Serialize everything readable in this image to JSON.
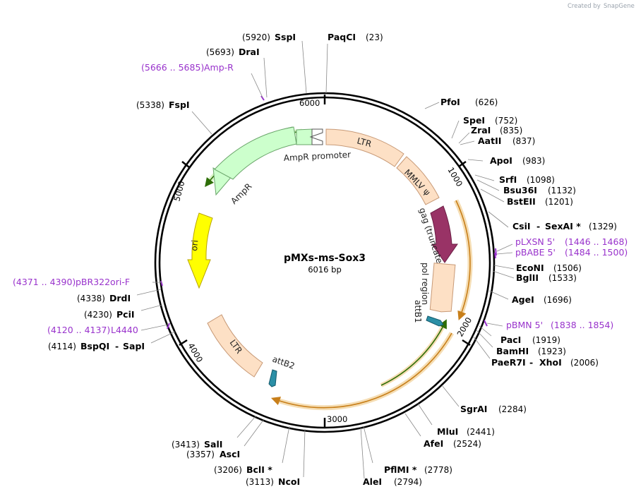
{
  "credit": {
    "prefix": "Created by",
    "brand": "SnapGene"
  },
  "plasmid": {
    "name": "pMXs-ms-Sox3",
    "length": "6016 bp",
    "total_bp": 6016
  },
  "ticks": [
    "1000",
    "2000",
    "3000",
    "4000",
    "5000",
    "6000"
  ],
  "colors": {
    "backbone": "#000000",
    "ltr": "#fde0c5",
    "ltr_stroke": "#c89a77",
    "ampr": "#ccffcc",
    "ampr_stroke": "#6aa56a",
    "ori": "#ffff00",
    "ori_stroke": "#b8a300",
    "gag": "#993366",
    "att": "#2b8fa6",
    "primer": "#9933cc",
    "orf_fill": "#f5ddb3",
    "orf_line": "#c87f1a",
    "amp_orf_line": "#2e6e08"
  },
  "labels": [
    {
      "id": "paqci",
      "name": "PaqCI",
      "pos": "(23)",
      "bp": 23
    },
    {
      "id": "pfoi",
      "name": "PfoI",
      "pos": "(626)",
      "bp": 626
    },
    {
      "id": "spei",
      "name": "SpeI",
      "pos": "(752)",
      "bp": 752
    },
    {
      "id": "zrai",
      "name": "ZraI",
      "pos": "(835)",
      "bp": 835
    },
    {
      "id": "aatii",
      "name": "AatII",
      "pos": "(837)",
      "bp": 837
    },
    {
      "id": "apoi",
      "name": "ApoI",
      "pos": "(983)",
      "bp": 983
    },
    {
      "id": "srfi",
      "name": "SrfI",
      "pos": "(1098)",
      "bp": 1098
    },
    {
      "id": "bsu36i",
      "name": "Bsu36I",
      "pos": "(1132)",
      "bp": 1132
    },
    {
      "id": "bsteii",
      "name": "BstEII",
      "pos": "(1201)",
      "bp": 1201
    },
    {
      "id": "csii",
      "name": "CsiI",
      "name2": "SexAI *",
      "pos": "(1329)",
      "bp": 1329
    },
    {
      "id": "pbmn_placeholder",
      "skip": true
    },
    {
      "id": "econi",
      "name": "EcoNI",
      "pos": "(1506)",
      "bp": 1506
    },
    {
      "id": "bglii",
      "name": "BglII",
      "pos": "(1533)",
      "bp": 1533
    },
    {
      "id": "agei",
      "name": "AgeI",
      "pos": "(1696)",
      "bp": 1696
    },
    {
      "id": "paci",
      "name": "PacI",
      "pos": "(1919)",
      "bp": 1919
    },
    {
      "id": "bamhi",
      "name": "BamHI",
      "pos": "(1923)",
      "bp": 1923
    },
    {
      "id": "paer7i",
      "name": "PaeR7I",
      "name2": "XhoI",
      "pos": "(2006)",
      "bp": 2006
    },
    {
      "id": "sgrai",
      "name": "SgrAI",
      "pos": "(2284)",
      "bp": 2284
    },
    {
      "id": "mlui",
      "name": "MluI",
      "pos": "(2441)",
      "bp": 2441
    },
    {
      "id": "afei",
      "name": "AfeI",
      "pos": "(2524)",
      "bp": 2524
    },
    {
      "id": "pfimi",
      "name": "PflMI *",
      "pos": "(2778)",
      "bp": 2778
    },
    {
      "id": "alei",
      "name": "AleI",
      "pos": "(2794)",
      "bp": 2794
    },
    {
      "id": "ncoi",
      "name": "NcoI",
      "pos": "(3113)",
      "bp": 3113
    },
    {
      "id": "bcli",
      "name": "BclI *",
      "pos": "(3206)",
      "bp": 3206
    },
    {
      "id": "asci",
      "name": "AscI",
      "pos": "(3357)",
      "bp": 3357
    },
    {
      "id": "sali",
      "name": "SalI",
      "pos": "(3413)",
      "bp": 3413
    },
    {
      "id": "bspqi",
      "name": "BspQI",
      "name2": "SapI",
      "pos": "(4114)",
      "bp": 4114
    },
    {
      "id": "pcii",
      "name": "PciI",
      "pos": "(4230)",
      "bp": 4230
    },
    {
      "id": "drdi",
      "name": "DrdI",
      "pos": "(4338)",
      "bp": 4338
    },
    {
      "id": "fspi",
      "name": "FspI",
      "pos": "(5338)",
      "bp": 5338
    },
    {
      "id": "drai",
      "name": "DraI",
      "pos": "(5693)",
      "bp": 5693
    },
    {
      "id": "sspi",
      "name": "SspI",
      "pos": "(5920)",
      "bp": 5920
    }
  ],
  "primers": [
    {
      "id": "plxsn",
      "name": "pLXSN 5'",
      "pos": "(1446 .. 1468)"
    },
    {
      "id": "pbabe",
      "name": "pBABE 5'",
      "pos": "(1484 .. 1500)"
    },
    {
      "id": "pbmn",
      "name": "pBMN 5'",
      "pos": "(1838 .. 1854)"
    },
    {
      "id": "l4440",
      "name": "L4440",
      "pos": "(4120 .. 4137)"
    },
    {
      "id": "pbr322",
      "name": "pBR322ori-F",
      "pos": "(4371 .. 4390)"
    },
    {
      "id": "ampr_primer",
      "name": "Amp-R",
      "pos": "(5666 .. 5685)"
    }
  ],
  "features": {
    "ltr_top": "LTR",
    "mmlv": "MMLV ψ",
    "gag": "gag (truncated)",
    "pol": "pol region",
    "attb1": "attB1",
    "attb2": "attB2",
    "ltr_bottom": "LTR",
    "ori": "ori",
    "ampr": "AmpR",
    "ampr_promoter": "AmpR promoter"
  }
}
